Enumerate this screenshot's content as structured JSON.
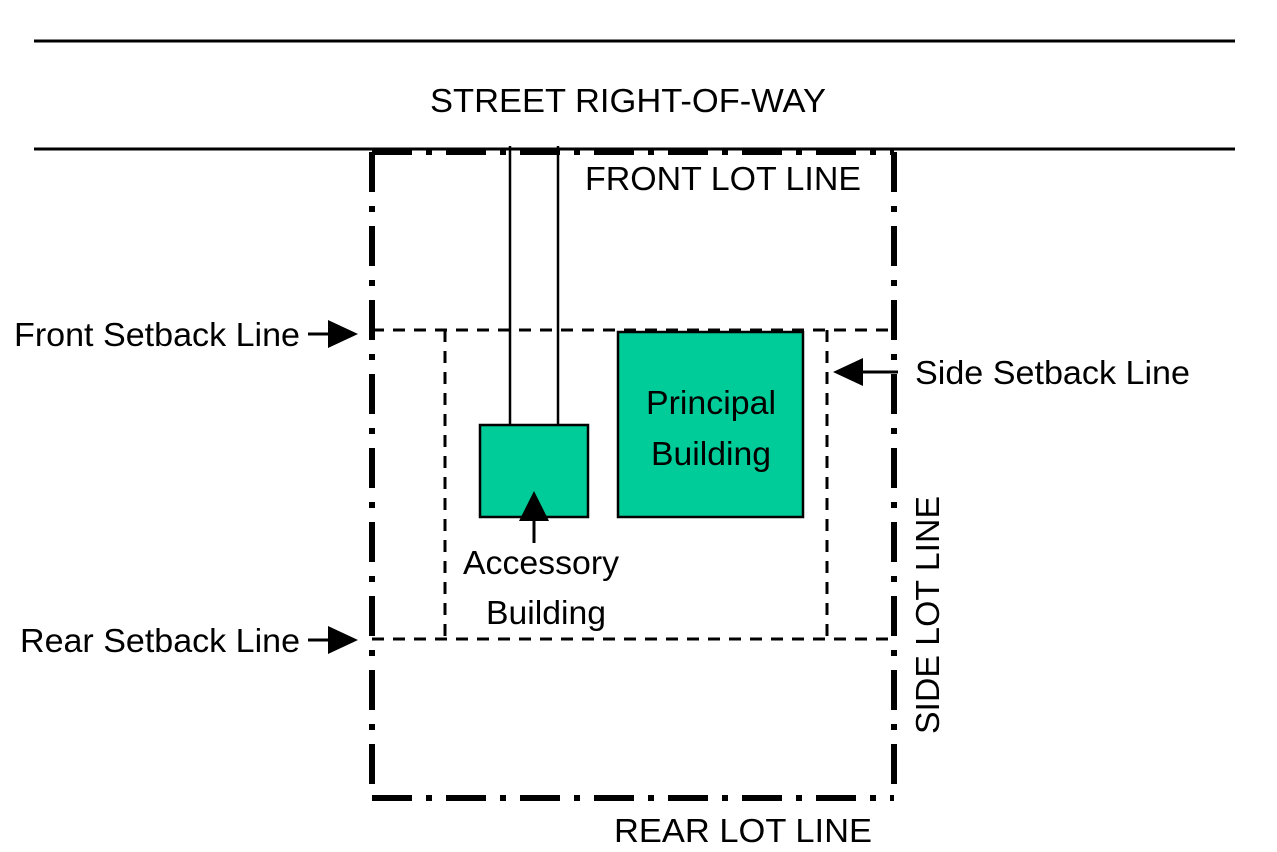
{
  "labels": {
    "street": "STREET RIGHT-OF-WAY",
    "front_lot_line": "FRONT LOT LINE",
    "rear_lot_line": "REAR LOT LINE",
    "side_lot_line": "SIDE LOT LINE",
    "front_setback": "Front Setback Line",
    "rear_setback": "Rear Setback Line",
    "side_setback": "Side Setback Line",
    "principal_line1": "Principal",
    "principal_line2": "Building",
    "accessory_line1": "Accessory",
    "accessory_line2": "Building"
  },
  "colors": {
    "building_fill": "#00CC99",
    "line": "#000000",
    "background": "#FFFFFF"
  }
}
